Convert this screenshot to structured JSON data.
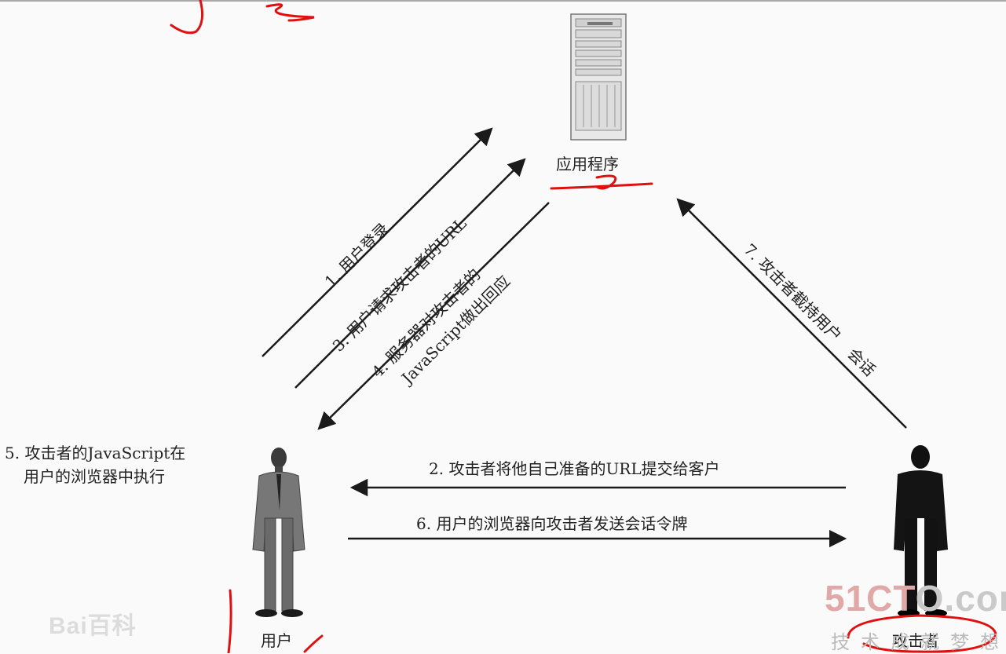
{
  "nodes": {
    "server": "应用程序",
    "user": "用户",
    "attacker": "攻击者"
  },
  "steps": {
    "s1": "1. 用户登录",
    "s2": "2. 攻击者将他自己准备的URL提交给客户",
    "s3": "3. 用户请求攻击者的URL",
    "s4_line1": "4. 服务器对攻击者的",
    "s4_line2": "JavaScript做出回应",
    "s5_line1": "5. 攻击者的JavaScript在",
    "s5_line2": "用户的浏览器中执行",
    "s6": "6. 用户的浏览器向攻击者发送会话令牌",
    "s7_line1": "7. 攻击者截持用户",
    "s7_line2": "会话"
  },
  "watermarks": {
    "site_num": "51CT",
    "site_rest": "O.com",
    "site_slogan": "技术成就梦想",
    "baidu": "Bai百科"
  },
  "colors": {
    "annotation": "#e01010",
    "line": "#1a1a1a"
  }
}
